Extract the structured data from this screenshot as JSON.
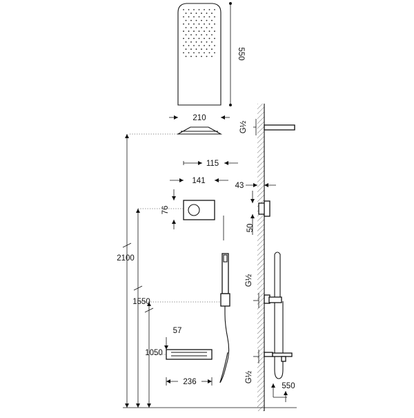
{
  "dimensions": {
    "d550_top": "550",
    "d210": "210",
    "d115": "115",
    "d141": "141",
    "d43": "43",
    "d76": "76",
    "d50": "50",
    "d2100": "2100",
    "d1550": "1550",
    "d1050": "1050",
    "d57": "57",
    "d236": "236",
    "d550_bottom": "550"
  },
  "threads": {
    "top": "G½",
    "middle": "G½",
    "bottom": "G½"
  }
}
